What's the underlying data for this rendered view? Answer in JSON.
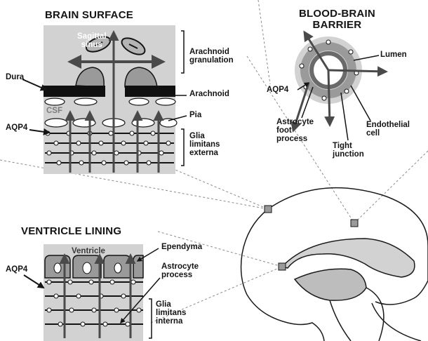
{
  "sections": {
    "brain_surface": {
      "title": "BRAIN SURFACE",
      "sagittal_sinus": "Sagittal\nsinus",
      "arachnoid_granulation": "Arachnoid\ngranulation",
      "dura": "Dura",
      "arachnoid": "Arachnoid",
      "csf": "CSF",
      "pia": "Pia",
      "aqp4": "AQP4",
      "glia_limitans_externa": "Glia\nlimitans\nexterna"
    },
    "blood_brain_barrier": {
      "title": "BLOOD-BRAIN\nBARRIER",
      "lumen": "Lumen",
      "aqp4": "AQP4",
      "endothelial_cell": "Endothelial\ncell",
      "astrocyte_foot_process": "Astrocyte\nfoot\nprocess",
      "tight_junction": "Tight\njunction"
    },
    "ventricle_lining": {
      "title": "VENTRICLE LINING",
      "ventricle": "Ventricle",
      "ependyma": "Ependyma",
      "aqp4": "AQP4",
      "astrocyte_process": "Astrocyte\nprocess",
      "glia_limitans_interna": "Glia\nlimitans\ninterna"
    }
  },
  "colors": {
    "ink": "#141414",
    "panel_fill": "#d2d2d2",
    "cell_fill": "#9a9a9a",
    "membrane_dark": "#101010",
    "arrow": "#4a4a4a"
  }
}
